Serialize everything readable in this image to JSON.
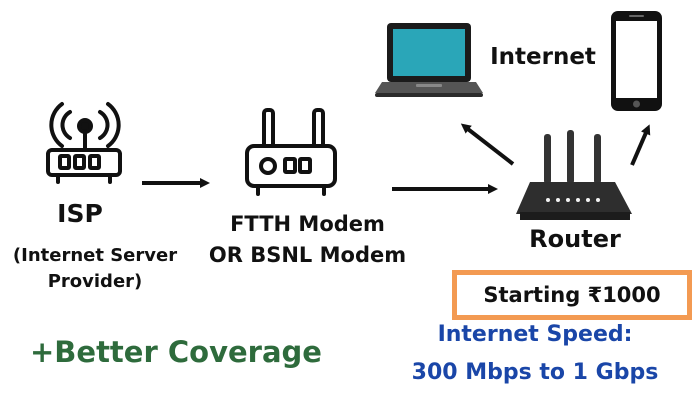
{
  "labels": {
    "isp": "ISP",
    "isp_sub_1": "(Internet Server",
    "isp_sub_2": "Provider)",
    "modem_1": "FTTH Modem",
    "modem_2": "OR BSNL Modem",
    "router": "Router",
    "internet": "Internet"
  },
  "price": {
    "text": "Starting ₹1000"
  },
  "coverage": "+Better Coverage",
  "speed": {
    "heading": "Internet Speed:",
    "value": "300 Mbps to 1 Gbps"
  },
  "colors": {
    "coverage_text": "#2e6b3c",
    "speed_text": "#1a46a8",
    "price_border": "#f39a52",
    "laptop_screen": "#2aa6b8"
  },
  "icons": [
    "isp-tower-icon",
    "modem-icon",
    "router-icon",
    "laptop-icon",
    "smartphone-icon",
    "arrow-icon"
  ]
}
